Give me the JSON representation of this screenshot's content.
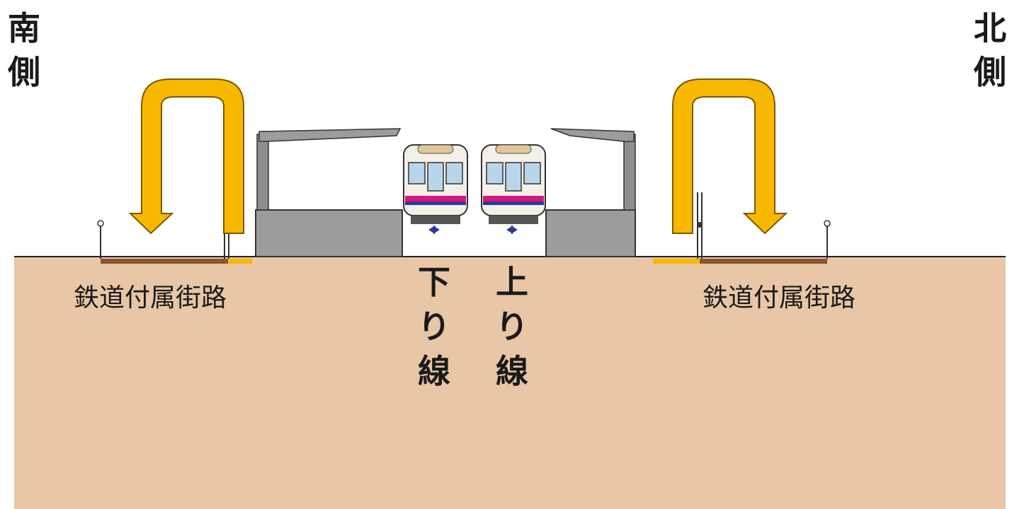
{
  "south_label": [
    "南",
    "側"
  ],
  "north_label": [
    "北",
    "側"
  ],
  "roads": {
    "left": "鉄道付属街路",
    "right": "鉄道付属街路"
  },
  "tracks": {
    "down": [
      "下",
      "り",
      "線"
    ],
    "up": [
      "上",
      "り",
      "線"
    ]
  },
  "colors": {
    "ground": "#e8c6a6",
    "arrow": "#f9b800",
    "platform": "#9c9c9c",
    "road": "#8a5530",
    "train_stripe": "#d6187a"
  }
}
